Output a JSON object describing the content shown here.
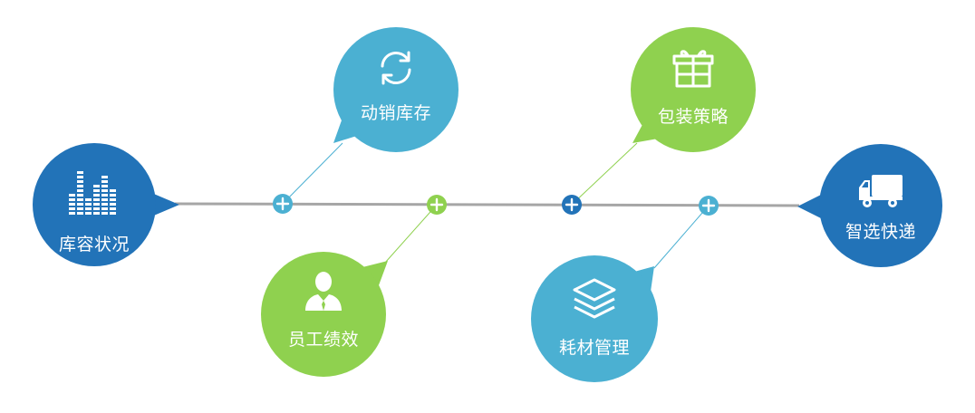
{
  "colors": {
    "dark_blue": "#2273b8",
    "light_blue": "#4bb0d2",
    "green": "#8fd14f",
    "axis": "#a6a6a6"
  },
  "nodes": {
    "start": {
      "label": "库容状况",
      "icon": "bar-chart-icon"
    },
    "end": {
      "label": "智选快递",
      "icon": "truck-icon"
    },
    "turnover": {
      "label": "动销库存",
      "icon": "refresh-icon"
    },
    "packaging": {
      "label": "包装策略",
      "icon": "gift-icon"
    },
    "staff": {
      "label": "员工绩效",
      "icon": "user-icon"
    },
    "consumables": {
      "label": "耗材管理",
      "icon": "layers-icon"
    }
  }
}
